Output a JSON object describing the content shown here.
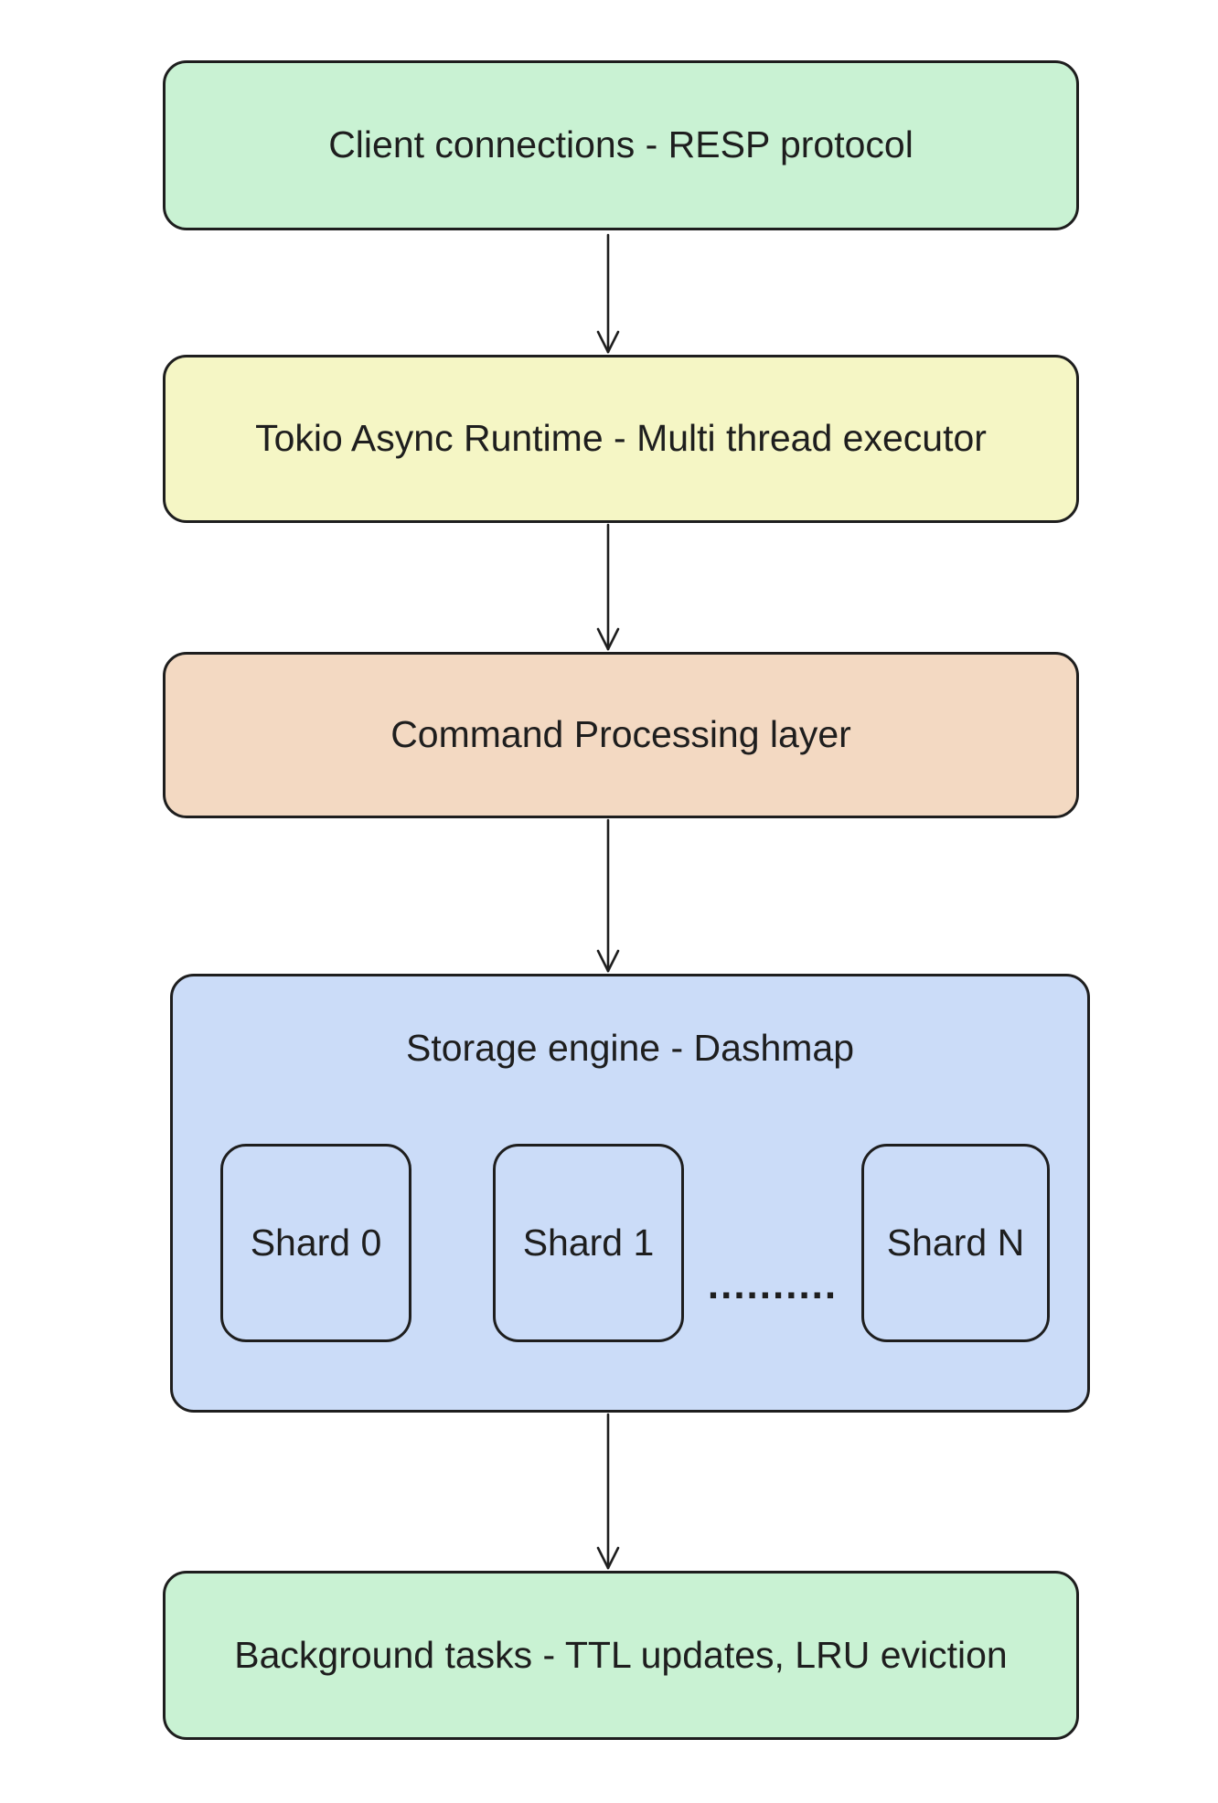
{
  "diagram": {
    "canvas_bg": "#ffffff",
    "stroke_color": "#1e1e1e",
    "text_color": "#1e1e1e",
    "nodes": [
      {
        "id": "client-connections",
        "label": "Client connections - RESP protocol",
        "fill": "#c9f2d3"
      },
      {
        "id": "tokio-async-runtime",
        "label": "Tokio Async Runtime - Multi thread executor",
        "fill": "#f5f6c5"
      },
      {
        "id": "command-processing",
        "label": "Command Processing layer",
        "fill": "#f3d9c2"
      },
      {
        "id": "storage-engine",
        "label": "Storage engine - Dashmap",
        "fill": "#cbdcf8",
        "shards": [
          "Shard 0",
          "Shard 1",
          "Shard N"
        ],
        "ellipsis": ".........."
      },
      {
        "id": "background-tasks",
        "label": "Background tasks - TTL updates, LRU eviction",
        "fill": "#c9f2d3"
      }
    ]
  }
}
